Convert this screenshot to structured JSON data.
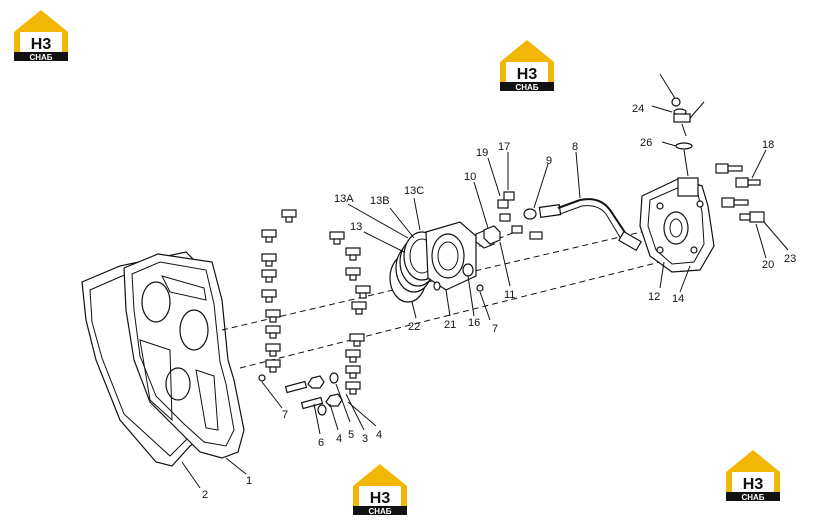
{
  "logos": [
    {
      "mark": "H3",
      "caption": "CHAБ"
    },
    {
      "mark": "H3",
      "caption": "CHAБ"
    },
    {
      "mark": "H3",
      "caption": "CHAБ"
    },
    {
      "mark": "H3",
      "caption": "CHAБ"
    }
  ],
  "callouts": {
    "c1": "1",
    "c2": "2",
    "c3": "3",
    "c4a": "4",
    "c4b": "4",
    "c5": "5",
    "c6": "6",
    "c7a": "7",
    "c7b": "7",
    "c8": "8",
    "c9": "9",
    "c10": "10",
    "c11": "11",
    "c12": "12",
    "c13": "13",
    "c13a": "13A",
    "c13b": "13B",
    "c13c": "13C",
    "c14": "14",
    "c16": "16",
    "c17": "17",
    "c18": "18",
    "c19": "19",
    "c20": "20",
    "c21": "21",
    "c22": "22",
    "c23": "23",
    "c24": "24",
    "c26": "26"
  },
  "colors": {
    "logo_yellow": "#f2b705",
    "logo_dark": "#111111",
    "line": "#111111"
  }
}
